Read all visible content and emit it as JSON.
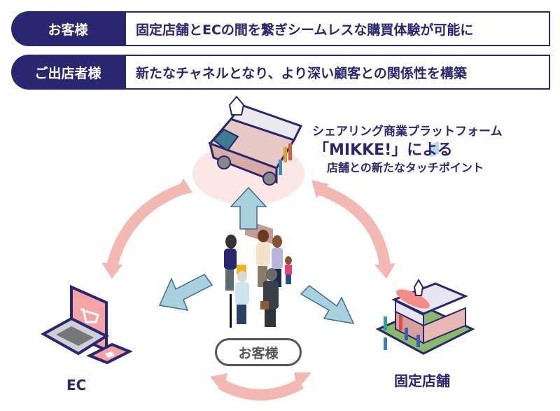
{
  "header_rows": [
    {
      "tag": "お客様",
      "message": "固定店舗とECの間を繋ぎシームレスな購買体験が可能に"
    },
    {
      "tag": "ご出店者様",
      "message": "新たなチャネルとなり、より深い顧客との関係性を構築"
    }
  ],
  "caption": {
    "line1": "シェアリング商業プラットフォーム",
    "line2": "「MIKKE!」による",
    "line3": "店舗との新たなタッチポイント"
  },
  "nodes": {
    "ec": "EC",
    "store": "固定店舗",
    "customer": "お客様"
  },
  "colors": {
    "navy": "#2a2670",
    "pink_arrow": "#f3b8b2",
    "blue_arrow": "#a9d0dd",
    "blue_arrow_stroke": "#3b6d8f",
    "halo": "#fbe8e6"
  }
}
